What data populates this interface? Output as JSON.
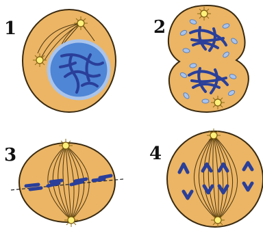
{
  "colors": {
    "cytoplasm": "#ebb565",
    "cell_outline": "#3a2a10",
    "spindle_fiber": "#4a3410",
    "nucleus_fill": "#4f86d6",
    "nuclear_envelope": "#a9c4ec",
    "chromosome": "#2a3f9a",
    "chromosome_light": "#4f7fcf",
    "centrosome": "#fff07a",
    "metaphase_plate": "#222222"
  },
  "diagram": {
    "stages": [
      {
        "number": "1",
        "icons": [
          "nucleus-icon",
          "chromatin-icon",
          "centrosome-icon"
        ]
      },
      {
        "number": "2",
        "icons": [
          "daughter-nucleus-icon",
          "nuclear-envelope-fragment-icon",
          "centrosome-icon"
        ]
      },
      {
        "number": "3",
        "icons": [
          "spindle-icon",
          "metaphase-plate-icon",
          "chromosome-icon",
          "centrosome-icon"
        ]
      },
      {
        "number": "4",
        "icons": [
          "spindle-icon",
          "v-chromosome-icon",
          "centrosome-icon"
        ]
      }
    ]
  }
}
